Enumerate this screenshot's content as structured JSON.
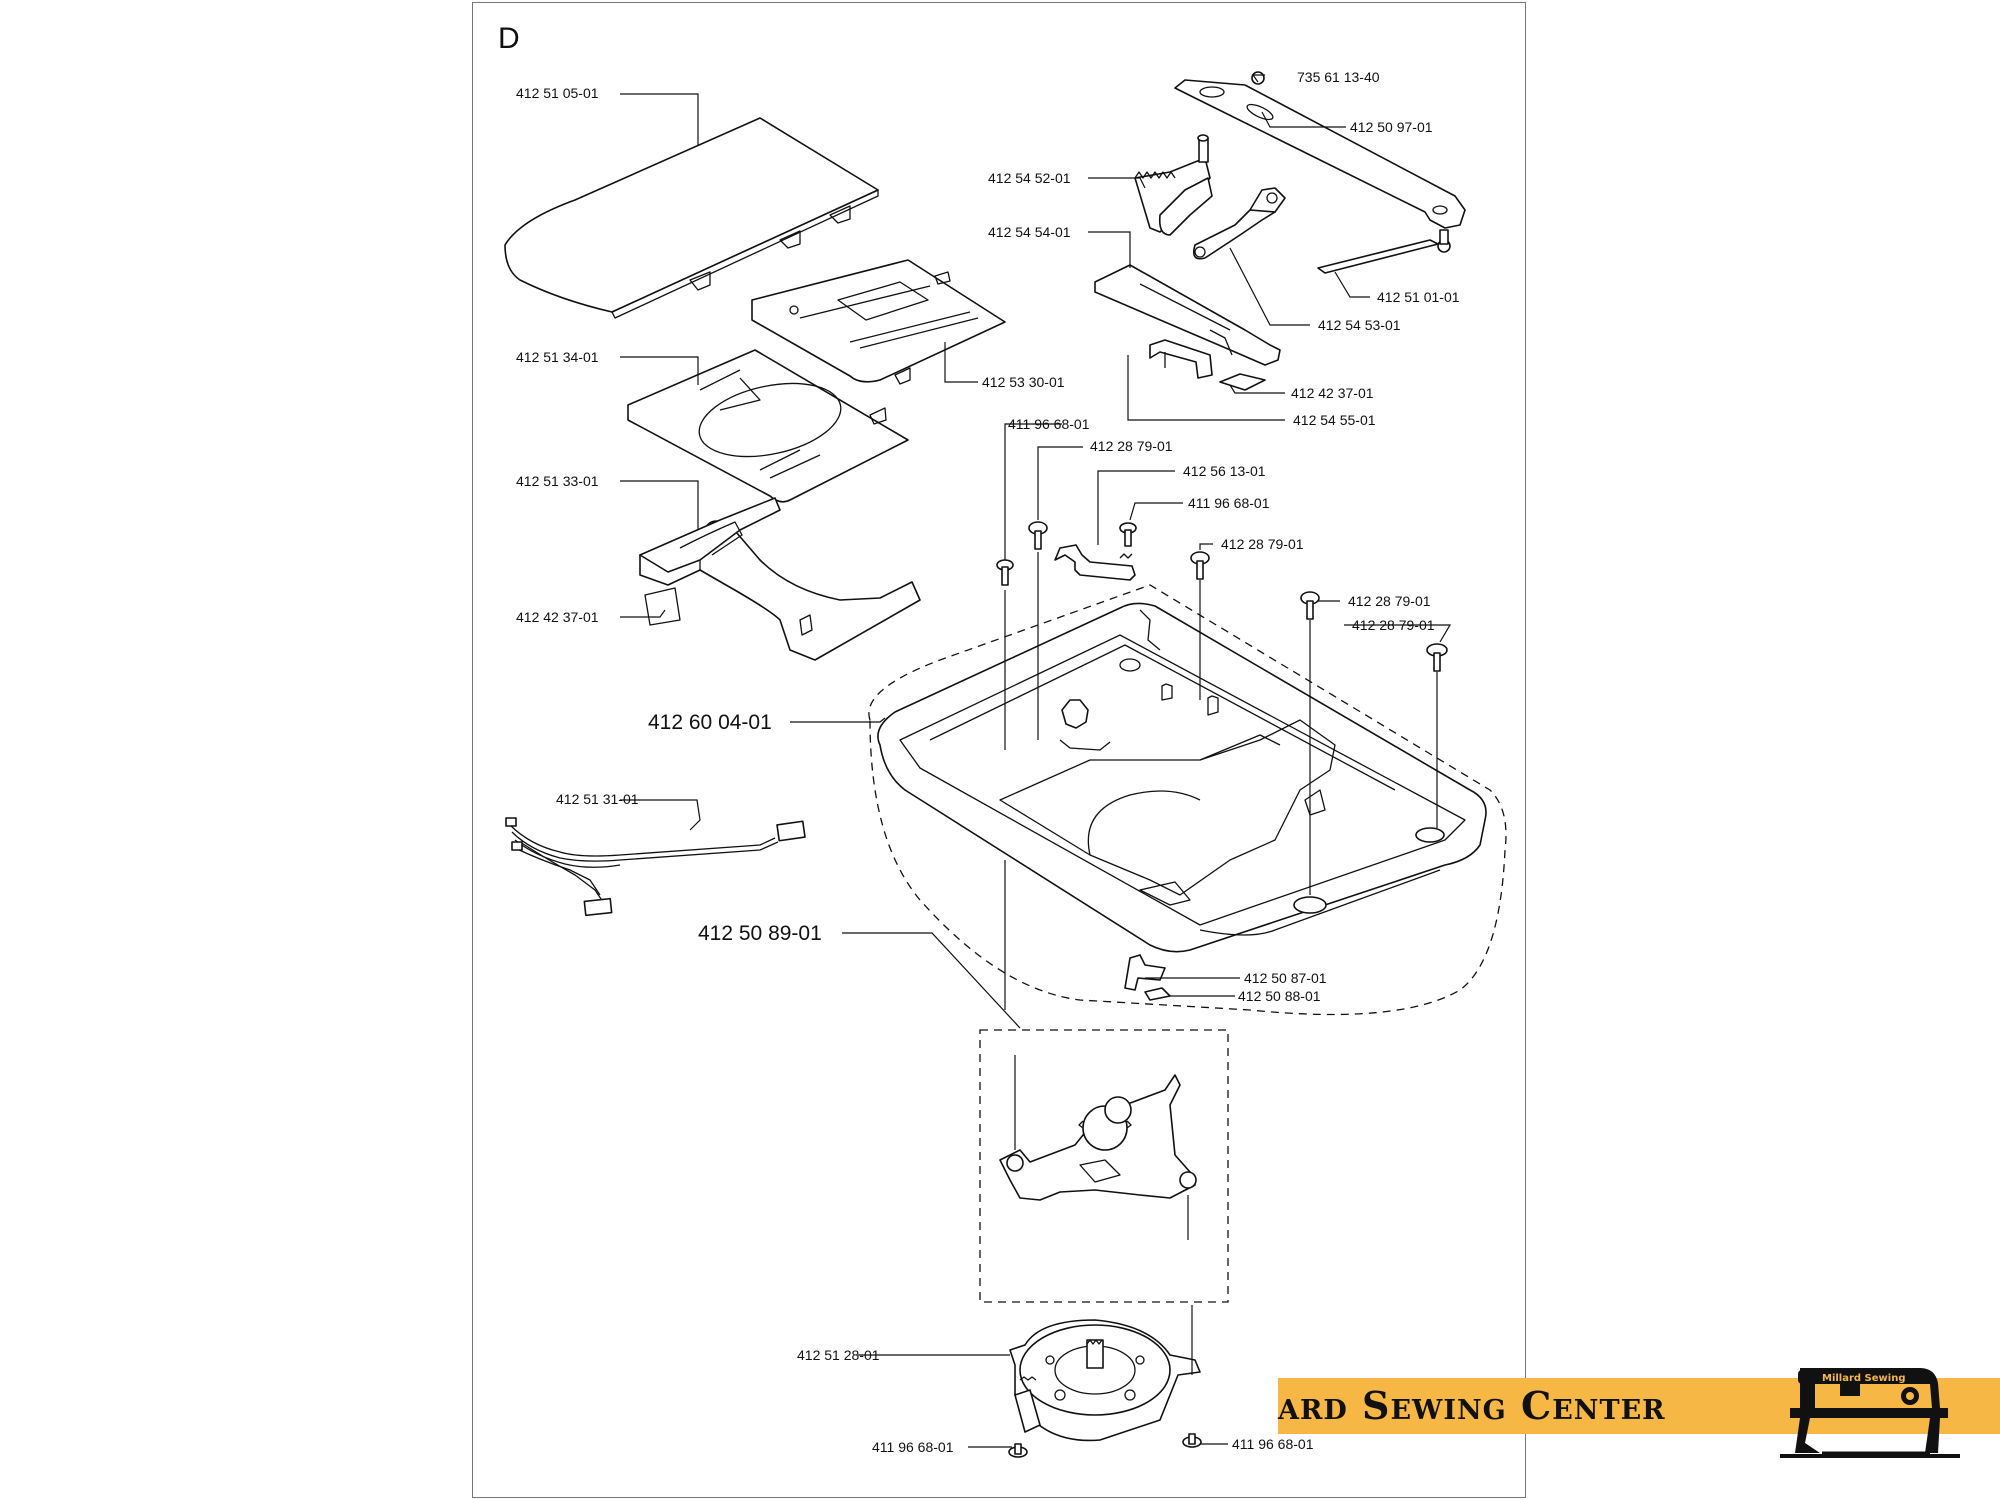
{
  "section_letter": "D",
  "part_labels": {
    "p1": "735  61 13-40",
    "p2": "412 50 97-01",
    "p3": "412 54 52-01",
    "p4": "412 54 54-01",
    "p5": "412 51 01-01",
    "p6": "412 54 53-01",
    "p7": "412 42 37-01",
    "p8": "412 54 55-01",
    "p9": "412 51 05-01",
    "p10": "412 51 34-01",
    "p11": "412 53 30-01",
    "p12": "412 51 33-01",
    "p13": "412 42 37-01",
    "p14": "411 96 68-01",
    "p15": "412 28 79-01",
    "p16": "412 56 13-01",
    "p17": "411 96 68-01",
    "p18": "412 28 79-01",
    "p19": "412 28 79-01",
    "p20": "412 28 79-01",
    "p21": "412 60 04-01",
    "p22": "412 51 31-01",
    "p23": "412 50 89-01",
    "p24": "412 50 87-01",
    "p25": "412 50 88-01",
    "p26": "412 51 28-01",
    "p27": "411 96 68-01",
    "p28": "411 96 68-01"
  },
  "banner": {
    "text": "ard Sewing Center",
    "logo_text": "Millard Sewing",
    "color": "#f6b745"
  }
}
